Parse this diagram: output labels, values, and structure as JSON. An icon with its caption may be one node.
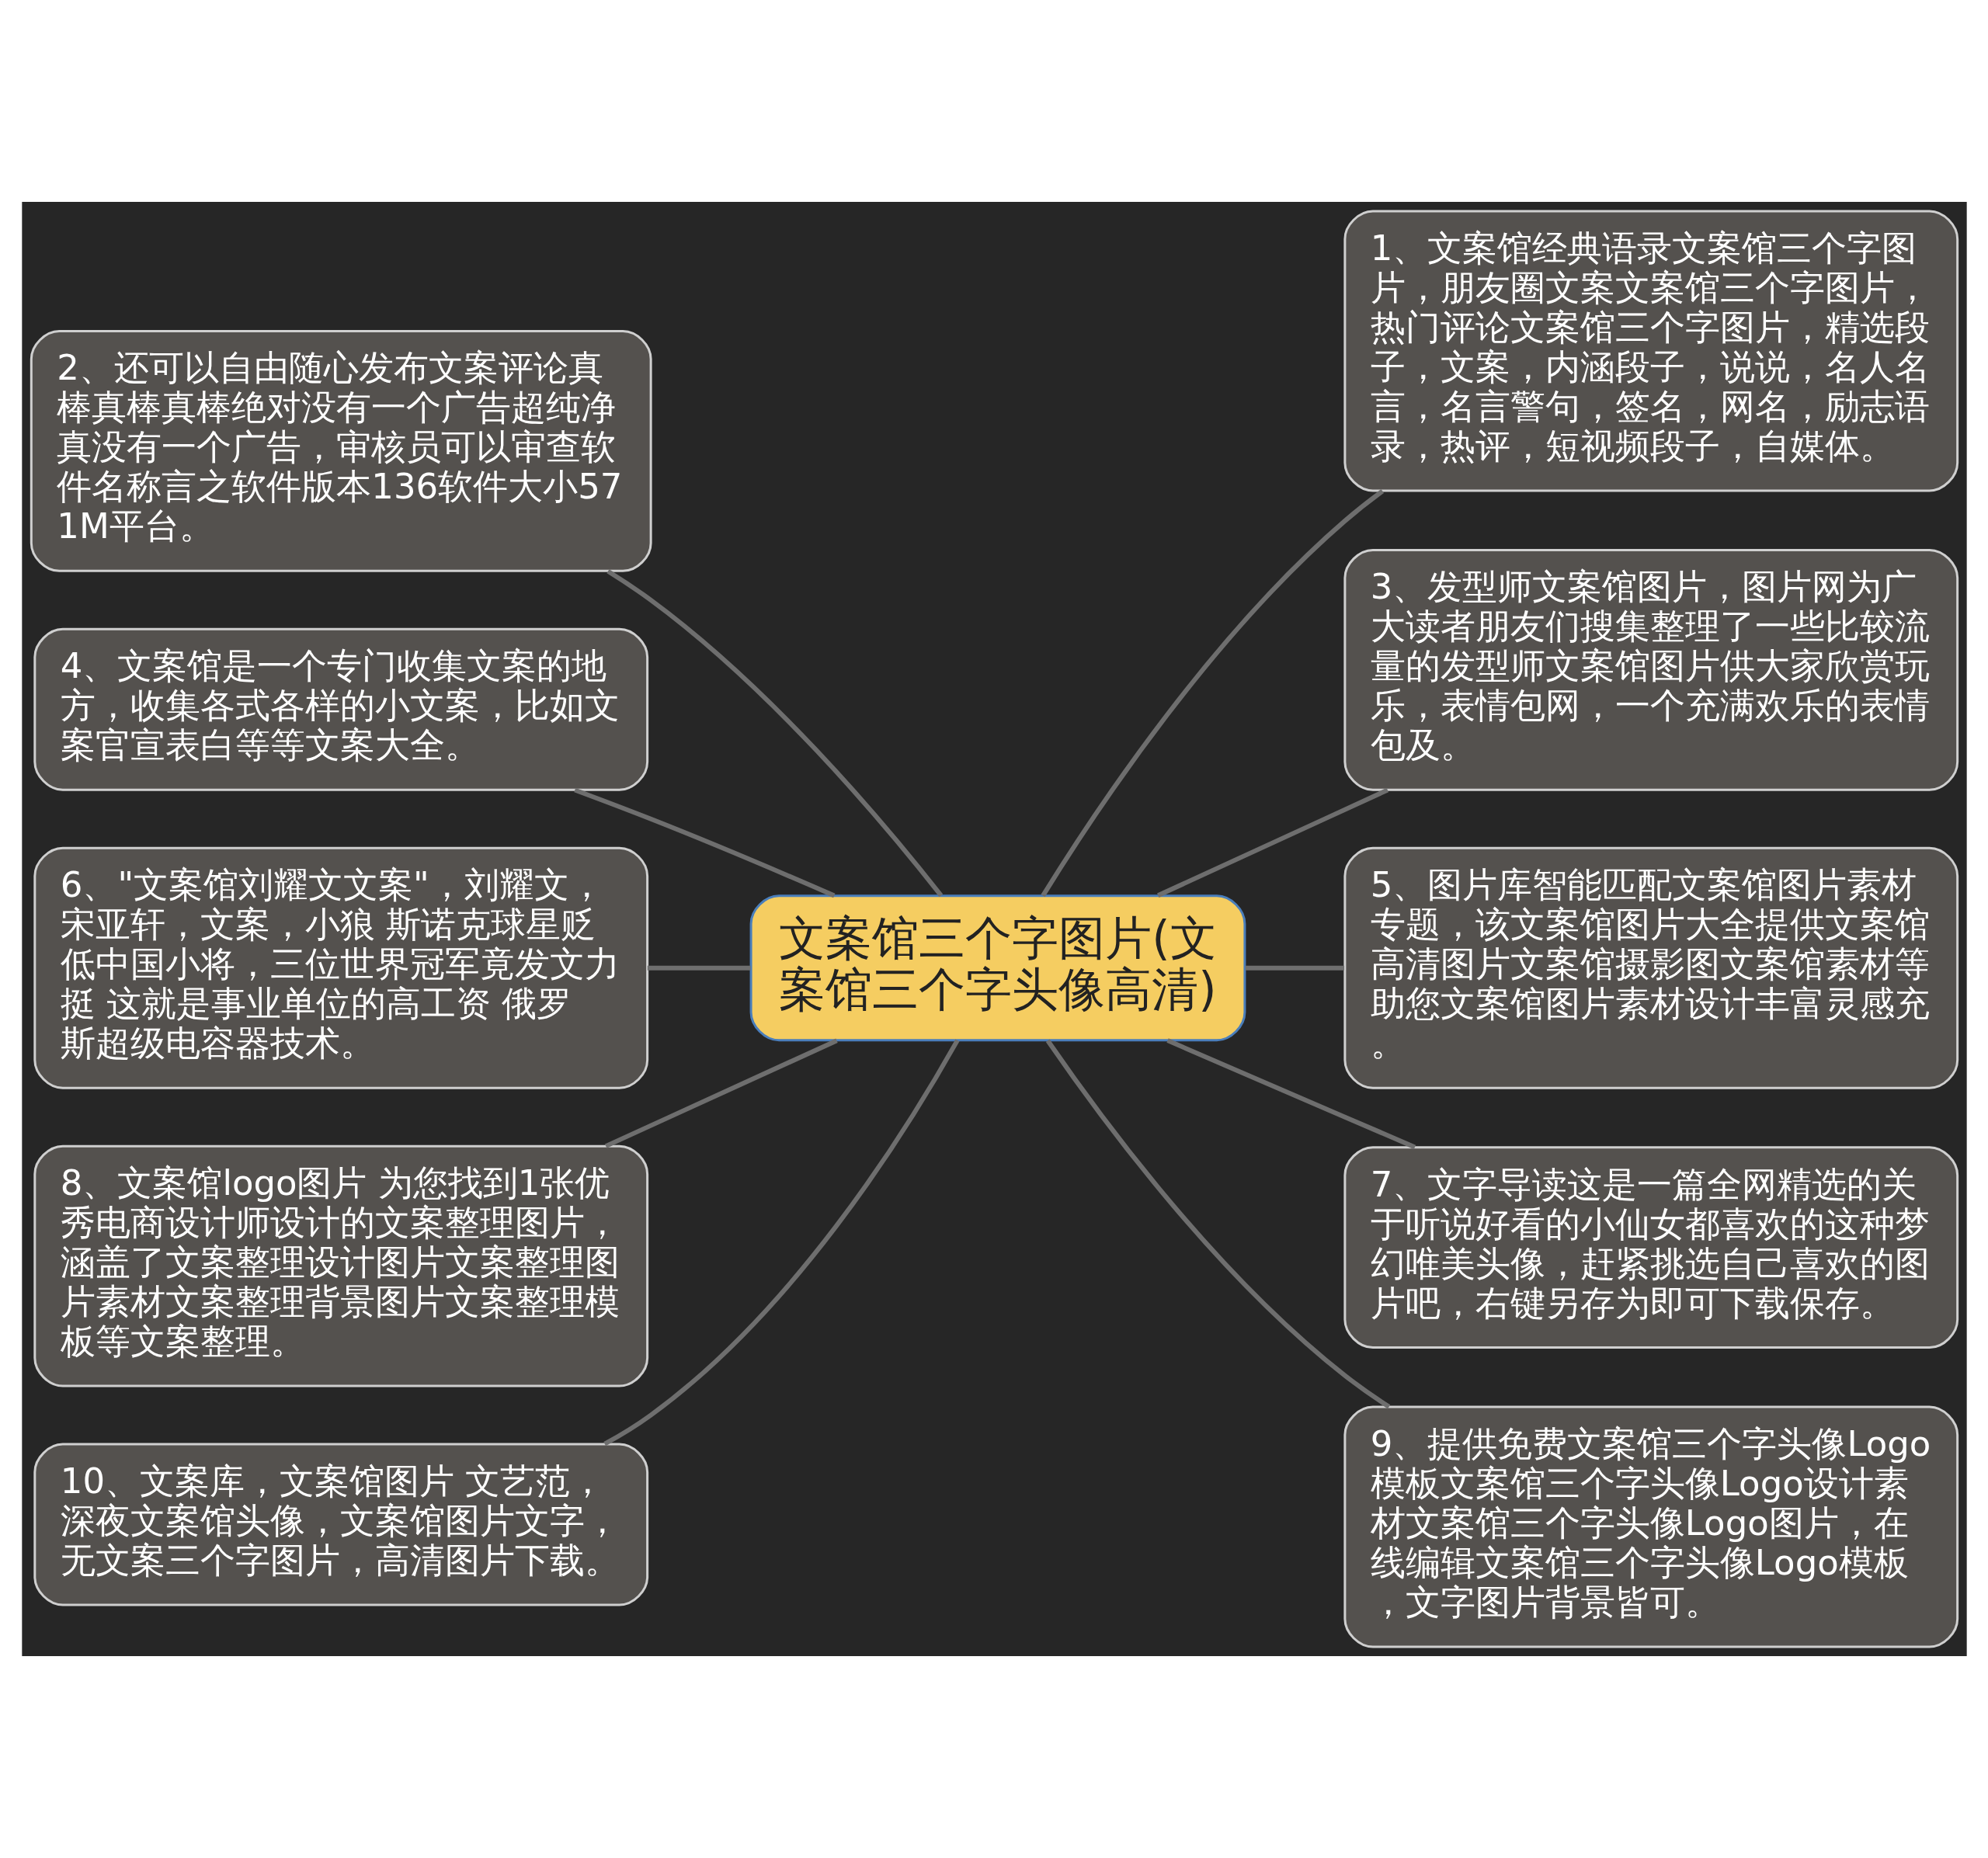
{
  "diagram": {
    "nodes": [
      {
        "text": [
          "文案馆三个字图片(文案馆三个字头像高清)"
        ]
      },
      {
        "text": [
          "1、文案馆经典语录文案馆三个字图片，朋友圈文案文案馆三个字图片，热门评论文案馆三个字图片，精选段子，文案，内涵段子，说说，名人名言，名言警句，签名，网名，励志语录，热评，短视频段子，自媒体。"
        ]
      },
      {
        "text": [
          "2、还可以自由随心发布文案评论真棒真棒真棒绝对没有一个广告超纯净真没有一个广告，审核员可以审查软件名称言之软件版本136软件大小571M平台。"
        ]
      },
      {
        "text": [
          "3、发型师文案馆图片，图片网为广大读者朋友们搜集整理了一些比较流量的发型师文案馆图片供大家欣赏玩乐，表情包网，一个充满欢乐的表情包及。"
        ]
      },
      {
        "text": [
          "4、文案馆是一个专门收集文案的地方，收集各式各样的小文案，比如文案官宣表白等等文案大全。"
        ]
      },
      {
        "text": [
          "5、图片库智能匹配文案馆图片素材专题，该文案馆图片大全提供文案馆高清图片文案馆摄影图文案馆素材等助您文案馆图片素材设计丰富灵感充。"
        ]
      },
      {
        "text": [
          "6、\"文案馆刘耀文文案\"，刘耀文，宋亚轩，文案，小狼 斯诺克球星贬低中国小将，三位世界冠军竟发文力挺 这就是事业单位的高工资 俄罗斯超级电容器技术。"
        ]
      },
      {
        "text": [
          "7、文字导读这是一篇全网精选的关于听说好看的小仙女都喜欢的这种梦幻唯美头像，赶紧挑选自己喜欢的图片吧，右键另存为即可下载保存。"
        ]
      },
      {
        "text": [
          "8、文案馆logo图片 为您找到1张优秀电商设计师设计的文案整理图片，涵盖了文案整理设计图片文案整理图片素材文案整理背景图片文案整理模板等文案整理。"
        ]
      },
      {
        "text": [
          "9、提供免费文案馆三个字头像Logo模板文案馆三个字头像Logo设计素材文案馆三个字头像Logo图片，在线编辑文案馆三个字头像Logo模板，文字图片背景皆可。"
        ]
      },
      {
        "text": [
          "10、文案库，文案馆图片 文艺范，深夜文案馆头像，文案馆图片文字，无文案三个字图片，高清图片下载。"
        ]
      }
    ],
    "edges": [
      {
        "from": 0,
        "to": 1,
        "arrow": "none"
      },
      {
        "from": 0,
        "to": 2,
        "arrow": "none"
      },
      {
        "from": 0,
        "to": 3,
        "arrow": "none"
      },
      {
        "from": 0,
        "to": 4,
        "arrow": "none"
      },
      {
        "from": 0,
        "to": 5,
        "arrow": "none"
      },
      {
        "from": 0,
        "to": 6,
        "arrow": "none"
      },
      {
        "from": 0,
        "to": 7,
        "arrow": "none"
      },
      {
        "from": 0,
        "to": 8,
        "arrow": "none"
      },
      {
        "from": 0,
        "to": 9,
        "arrow": "none"
      },
      {
        "from": 0,
        "to": 10,
        "arrow": "none"
      }
    ]
  }
}
